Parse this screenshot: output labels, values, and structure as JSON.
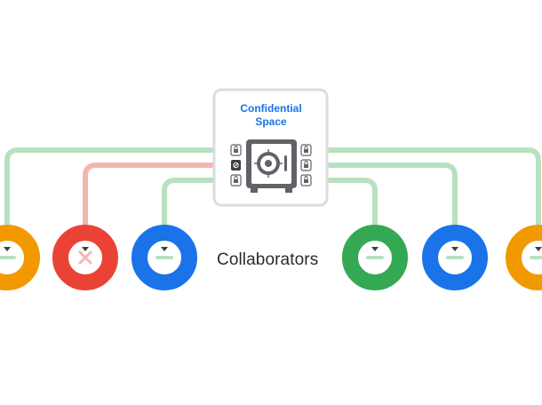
{
  "enclave": {
    "title_line1": "Confidential",
    "title_line2": "Space",
    "title_color": "#1a73e8"
  },
  "label": "Collaborators",
  "colors": {
    "connection_allowed": "#b7e1bf",
    "connection_denied": "#f4b5b0",
    "panel_border": "#dadce0",
    "vault_fill": "#5f6368"
  },
  "collaborators": [
    {
      "color": "#f29900",
      "status": "allowed"
    },
    {
      "color": "#ea4335",
      "status": "denied"
    },
    {
      "color": "#1a73e8",
      "status": "allowed"
    },
    {
      "color": "#34a853",
      "status": "allowed"
    },
    {
      "color": "#1a73e8",
      "status": "allowed"
    },
    {
      "color": "#f29900",
      "status": "allowed"
    }
  ]
}
